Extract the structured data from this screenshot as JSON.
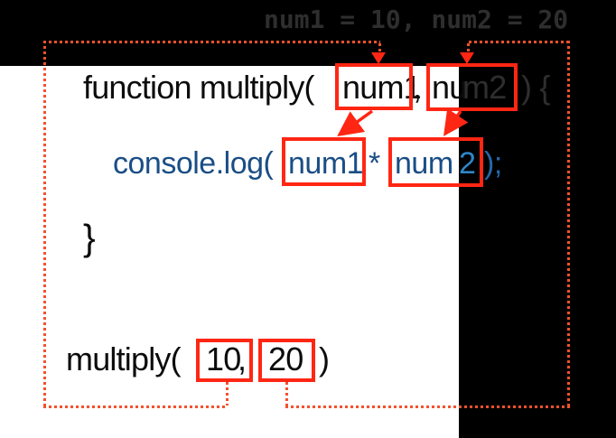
{
  "colors": {
    "red": "#ff2613",
    "dotred": "#f4512c",
    "navy": "#1a4e85",
    "brightblue": "#2e86c8",
    "dimblue": "#2566a7",
    "ink": "#0c0c0c",
    "dim": "#2e2e2e",
    "panel": "#000000",
    "paper": "#ffffff"
  },
  "slide": {
    "memory_annotation": "num1 = 10, num2 = 20",
    "line1": {
      "prefix": "function multiply(",
      "param1": "num1",
      "comma": ",",
      "param2_visible": "nu",
      "param2_hidden": "m2",
      "suffix": ") {"
    },
    "line2": {
      "prefix": "console.log(",
      "arg1": "num1",
      "operator": "*",
      "arg2_visible": "num",
      "arg2_hidden": "2",
      "suffix": ");"
    },
    "line3": {
      "brace": "}"
    },
    "line4": {
      "prefix": "multiply(",
      "arg1": "10",
      "comma": ",",
      "arg2": "20",
      "suffix": ")"
    }
  }
}
